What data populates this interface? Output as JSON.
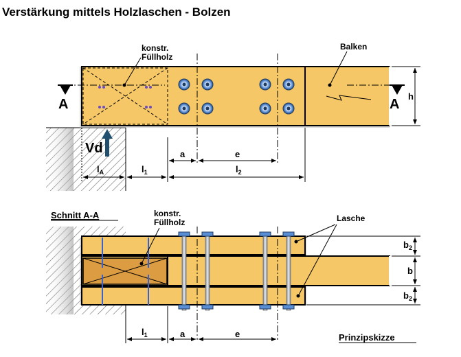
{
  "title": "Verstärkung mittels Holzlaschen - Bolzen",
  "top_view": {
    "filler_label_line1": "konstr.",
    "filler_label_line2": "Füllholz",
    "beam_label": "Balken",
    "section_mark_left": "A",
    "section_mark_right": "A",
    "height_label": "h",
    "force_label": "Vd",
    "dim_a": "a",
    "dim_e": "e",
    "dim_lA_main": "l",
    "dim_lA_sub": "A",
    "dim_l1_main": "l",
    "dim_l1_sub": "1",
    "dim_l2_main": "l",
    "dim_l2_sub": "2"
  },
  "section_view": {
    "section_title": "Schnitt A-A",
    "filler_label_line1": "konstr.",
    "filler_label_line2": "Füllholz",
    "plate_label": "Lasche",
    "dim_b2_top_main": "b",
    "dim_b2_top_sub": "2",
    "dim_b": "b",
    "dim_b2_bottom_main": "b",
    "dim_b2_bottom_sub": "2",
    "dim_l1_main": "l",
    "dim_l1_sub": "1",
    "dim_a": "a",
    "dim_e": "e",
    "sketch_label": "Prinzipskizze"
  },
  "colors": {
    "wood": "#f5c766",
    "filler_wood": "#dc9c41",
    "bolt_blue": "#5a8fd6",
    "rod_grey": "#b0b8c4",
    "arrow": "#1f4e6e"
  }
}
